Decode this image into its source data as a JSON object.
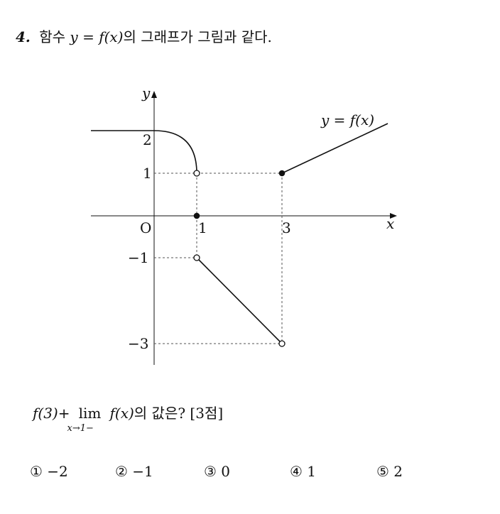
{
  "question": {
    "number": "4.",
    "text_prefix": "함수",
    "function_expr": "y = f(x)",
    "text_suffix": "의 그래프가 그림과 같다."
  },
  "graph": {
    "curve_label": "y = f(x)",
    "axis_x_label": "x",
    "axis_y_label": "y",
    "origin_label": "O",
    "tick_labels": {
      "x_1": "1",
      "x_3": "3",
      "y_2": "2",
      "y_1": "1",
      "y_neg1": "−1",
      "y_neg3": "−3"
    }
  },
  "expression": {
    "term1": "f(3)+",
    "lim": "lim",
    "lim_sub": "x→1−",
    "term2": "f(x)",
    "suffix": "의 값은? [3점]"
  },
  "choices": [
    {
      "marker": "①",
      "value": "−2"
    },
    {
      "marker": "②",
      "value": "−1"
    },
    {
      "marker": "③",
      "value": "0"
    },
    {
      "marker": "④",
      "value": "1"
    },
    {
      "marker": "⑤",
      "value": "2"
    }
  ]
}
